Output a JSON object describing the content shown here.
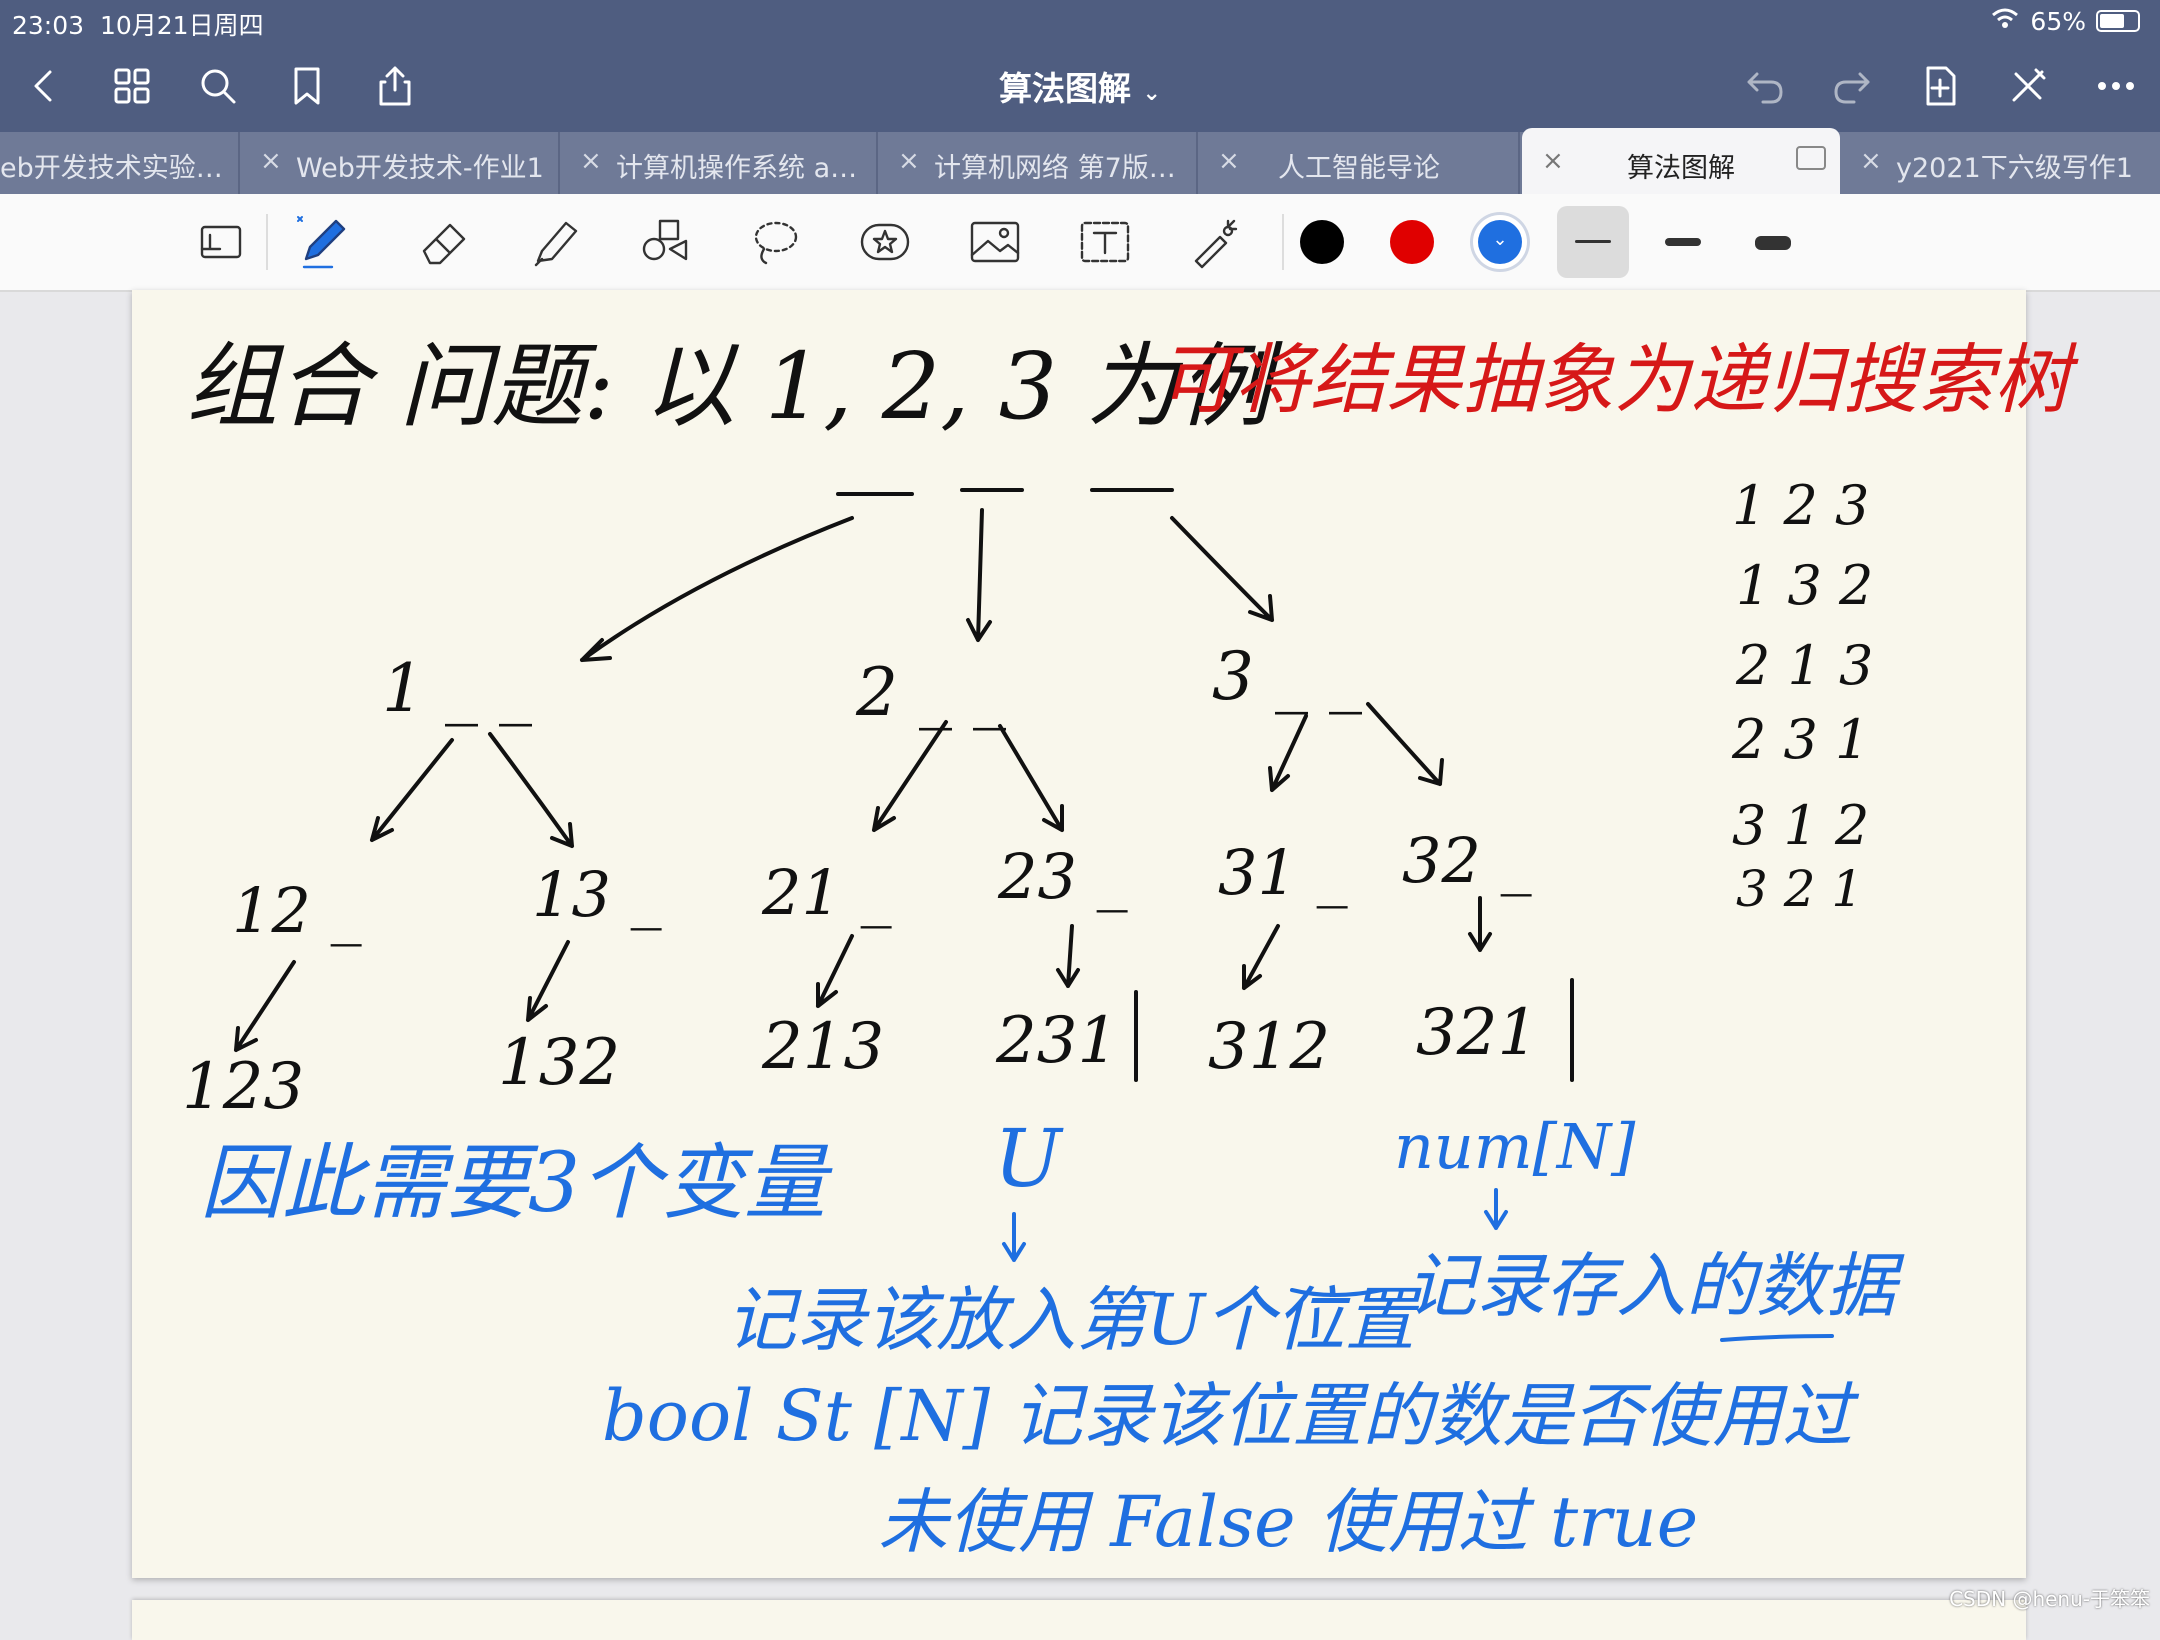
{
  "status": {
    "time": "23:03",
    "date": "10月21日周四",
    "battery": "65%"
  },
  "nav": {
    "title": "算法图解"
  },
  "tabs": [
    "eb开发技术实验…",
    "Web开发技术-作业1",
    "计算机操作系统 a…",
    "计算机网络 第7版…",
    "人工智能导论",
    "算法图解",
    "y2021下六级写作1"
  ],
  "toolbar": {
    "colors": [
      "#000000",
      "#e00000",
      "#1f6fe0"
    ],
    "selected_color": "#1f6fe0",
    "icons": [
      "zoom-box-icon",
      "pen-icon",
      "eraser-icon",
      "highlighter-icon",
      "shapes-icon",
      "lasso-icon",
      "sticker-icon",
      "image-icon",
      "text-icon",
      "laser-pointer-icon"
    ]
  },
  "note": {
    "title": "组合 问题: 以 1, 2, 3 为例",
    "red_note": "可将结果抽象为递归搜索树",
    "root": "_ _ _",
    "level1": [
      "1 _ _",
      "2 _ _",
      "3 _ _"
    ],
    "level2": [
      "12 _",
      "13 _",
      "21 _",
      "23 _",
      "31 _",
      "32 _"
    ],
    "level3": [
      "123",
      "132",
      "213",
      "231",
      "312",
      "321"
    ],
    "perm_list": [
      "1 2 3",
      "1 3 2",
      "2 1 3",
      "2 3 1",
      "3 1 2",
      "3 2 1"
    ],
    "blue_notes": {
      "need": "因此需要3个变量",
      "u": "U",
      "num": "num[N]",
      "u_desc": "记录该放入第U个位置",
      "num_desc": "记录存入的数据",
      "st": "bool St [N] 记录该位置的数是否使用过",
      "st_desc": "未使用 False 使用过 true"
    }
  },
  "watermark": "CSDN @henu-于笨笨"
}
